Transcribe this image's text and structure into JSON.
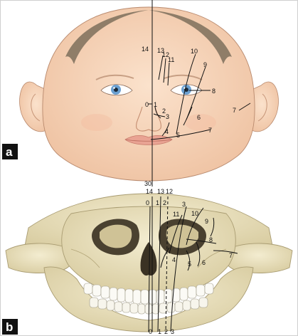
{
  "panels": [
    {
      "id": "a",
      "label": "a"
    },
    {
      "id": "b",
      "label": "b"
    }
  ],
  "face_labels": {
    "l0": "0",
    "l1": "1",
    "l2": "2",
    "l3": "3",
    "l4": "4",
    "l5": "5",
    "l6": "6",
    "l7a": "7",
    "l7b": "7",
    "l8": "8",
    "l9": "9",
    "l10": "10",
    "l11": "11",
    "l12": "12",
    "l13": "13",
    "l14": "14",
    "l30": "30"
  },
  "skull_labels": {
    "t14": "14",
    "t13": "13",
    "t12": "12",
    "t0": "0",
    "t1": "1",
    "t2": "2",
    "t3": "3",
    "t11": "11",
    "t10": "10",
    "t9": "9",
    "t8": "8",
    "t7": "7",
    "t6": "6",
    "t5": "5",
    "t4": "4",
    "b0": "0",
    "b1": "1",
    "b2": "2",
    "b3": "3"
  },
  "colors": {
    "skin": "#f6d3b8",
    "skin_shadow": "#e8b898",
    "hair": "#7d6e5c",
    "lips": "#e9a393",
    "iris": "#6a9fd0",
    "bone": "#ece3bf",
    "bone_shadow": "#cfc296",
    "label_bg": "#111111"
  }
}
